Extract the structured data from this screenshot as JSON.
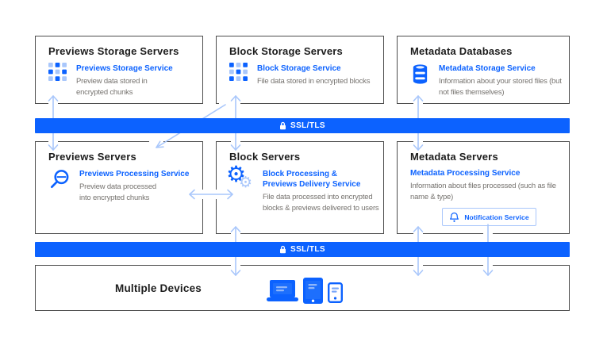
{
  "ssl": {
    "label": "SSL/TLS",
    "lock_icon": "lock-icon"
  },
  "top_row": [
    {
      "title": "Previews Storage Servers",
      "service": "Previews Storage Service",
      "description": "Preview data stored in encrypted chunks",
      "description_lines": [
        "Preview data stored in",
        "encrypted chunks"
      ],
      "icon": "grid-light-icon"
    },
    {
      "title": "Block Storage Servers",
      "service": "Block Storage Service",
      "description": "File data stored in encrypted blocks",
      "description_lines": [
        "File data stored in encrypted blocks"
      ],
      "icon": "grid-dark-icon"
    },
    {
      "title": "Metadata Databases",
      "service": "Metadata Storage Service",
      "description": "Information about your stored files (but not files themselves)",
      "description_lines": [
        "Information about your stored files (but",
        "not files themselves)"
      ],
      "icon": "database-icon"
    }
  ],
  "middle_row": [
    {
      "title": "Previews Servers",
      "service": "Previews Processing Service",
      "service_lines": [
        "Previews Processing Service"
      ],
      "description": "Preview data processed into encrypted chunks",
      "description_lines": [
        "Preview data processed",
        "into encrypted chunks"
      ],
      "icon": "magnifier-icon"
    },
    {
      "title": "Block Servers",
      "service": "Block Processing & Previews Delivery Service",
      "service_lines": [
        "Block Processing &",
        "Previews Delivery Service"
      ],
      "description": "File data processed into encrypted blocks & previews delivered to users",
      "description_lines": [
        "File data processed into encrypted",
        "blocks & previews delivered to users"
      ],
      "icon": "gears-icon"
    },
    {
      "title": "Metadata Servers",
      "service": "Metadata Processing Service",
      "service_lines": [
        "Metadata Processing Service"
      ],
      "description": "Information about files processed (such as file name & type)",
      "description_lines": [
        "Information about files processed (such as file",
        "name & type)"
      ],
      "icon": "none",
      "sub_service": {
        "label": "Notification Service",
        "icon": "bell-icon"
      }
    }
  ],
  "devices": {
    "title": "Multiple Devices",
    "icons": [
      "laptop-icon",
      "tablet-icon",
      "phone-icon"
    ]
  },
  "colors": {
    "brand_blue": "#0c62ff",
    "light_blue": "#a9c7fb",
    "heading_text": "#1c1c1c",
    "description_text": "#76736f",
    "box_border": "#4d4d4d",
    "bar_text": "#ffffff"
  }
}
